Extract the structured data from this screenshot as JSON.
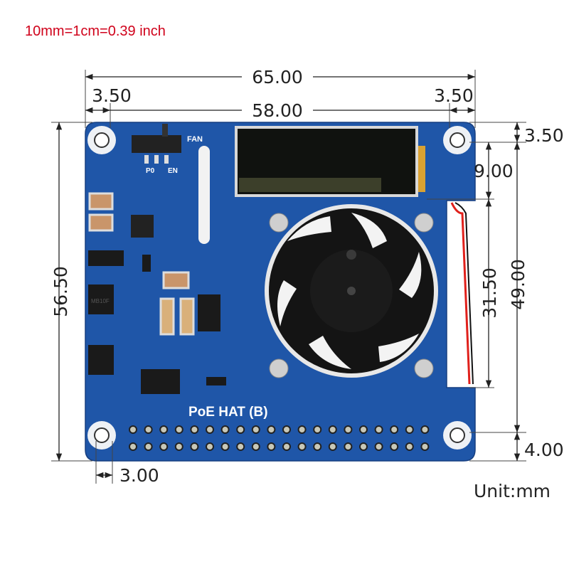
{
  "note": {
    "text": "10mm=1cm=0.39 inch",
    "color": "#d0021b"
  },
  "unit_label": "Unit:mm",
  "board": {
    "silkscreen_title": "PoE HAT (B)",
    "switch_label": "FAN",
    "switch_pos_left": "P0",
    "switch_pos_right": "EN",
    "chip_label": "MB10F",
    "pcb_color": "#1f56a8"
  },
  "dimensions": {
    "overall_width": "65.00",
    "hole_offset_left": "3.50",
    "hole_spacing_horizontal": "58.00",
    "hole_offset_right": "3.50",
    "hole_offset_top": "3.50",
    "oled_height": "9.00",
    "fan_height": "31.50",
    "hole_spacing_vertical": "49.00",
    "hole_offset_bottom": "4.00",
    "overall_height": "56.50",
    "hole_diameter": "3.00"
  }
}
